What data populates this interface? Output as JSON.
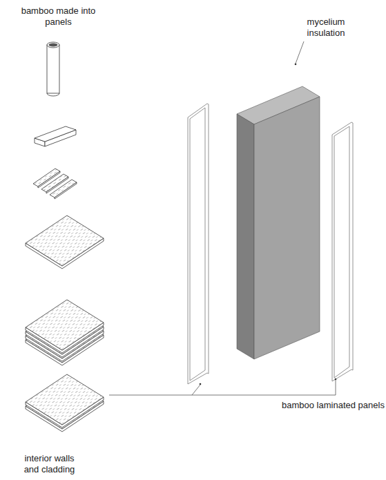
{
  "diagram": {
    "labels": [
      "bamboo made into panels",
      "mycelium insulation",
      "bamboo laminated panels",
      "interior walls and cladding"
    ]
  }
}
